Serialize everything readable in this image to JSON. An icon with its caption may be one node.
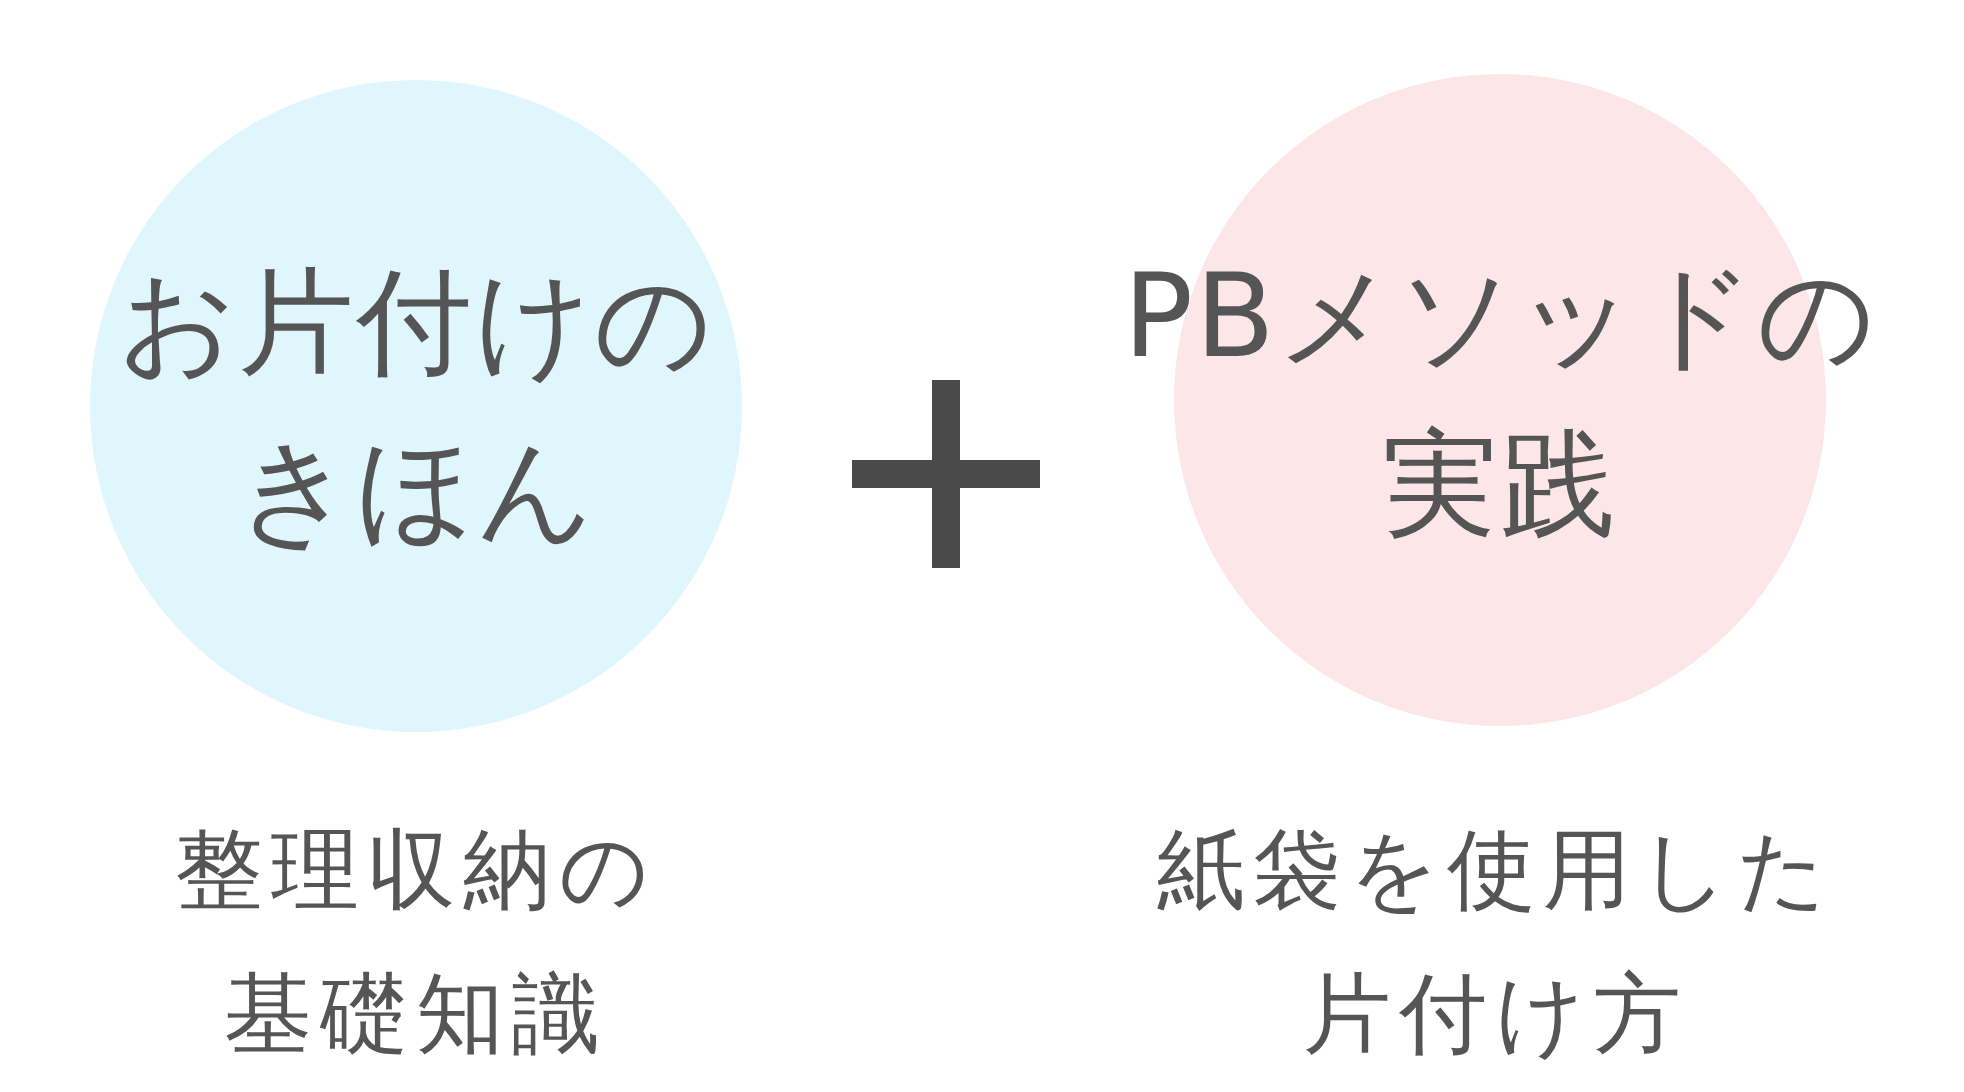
{
  "diagram": {
    "nodes": [
      {
        "text": [
          "お片付けのきほん"
        ],
        "beside": [
          "整理収納の基礎知識"
        ]
      },
      {
        "text": [
          "PBメソッドの実践"
        ],
        "beside": [
          "紙袋を使用した片付け方"
        ]
      }
    ]
  }
}
